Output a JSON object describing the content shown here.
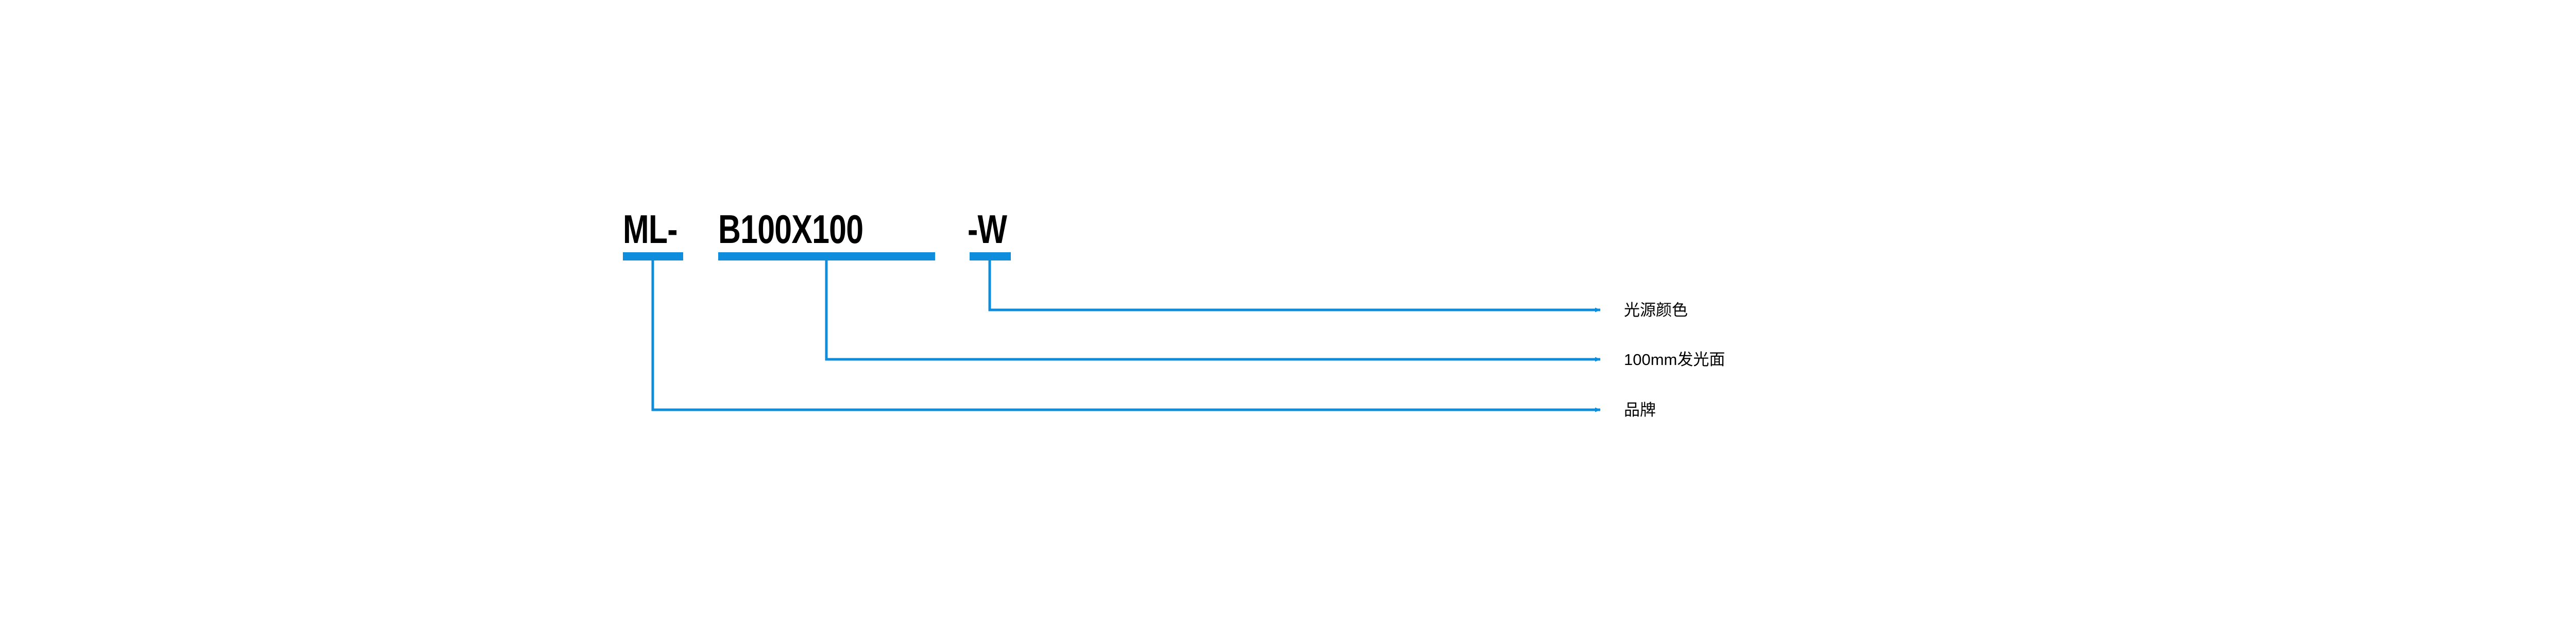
{
  "diagram": {
    "kind": "part-number-breakdown",
    "accent_color": "#0d8ddb",
    "text_color": "#000000",
    "background_color": "#ffffff",
    "part_code": {
      "segment_brand": "ML-",
      "segment_size": "B100X100",
      "segment_color": "-W",
      "full": "ML- B100X100 -W"
    },
    "callouts": [
      {
        "id": "light-source-color",
        "label": "光源颜色",
        "source_segment": "-W",
        "arrow": "right-arrow"
      },
      {
        "id": "emitting-surface",
        "label": "100mm发光面",
        "source_segment": "B100X100",
        "arrow": "right-arrow"
      },
      {
        "id": "brand",
        "label": "品牌",
        "source_segment": "ML-",
        "arrow": "right-arrow"
      }
    ]
  }
}
